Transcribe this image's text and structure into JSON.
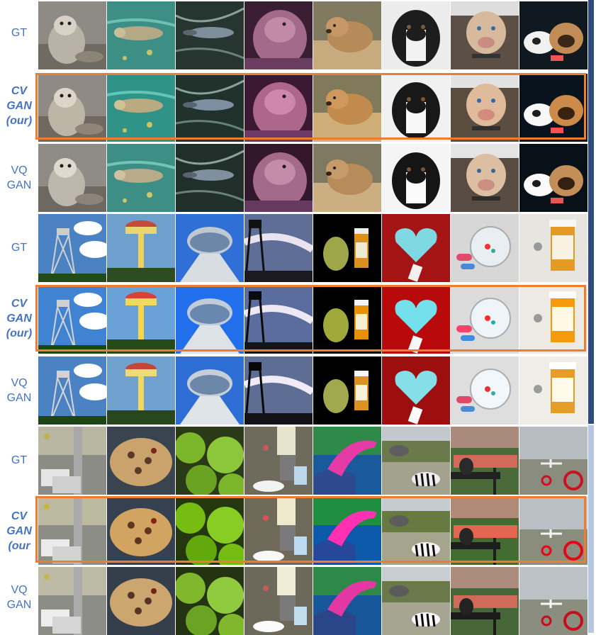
{
  "labels": {
    "gt": "GT",
    "cv_line1": "CV",
    "cv_line2": "GAN",
    "cv_line3": "(our)",
    "cv_line3_clipped": "(our",
    "cv_line2_clipped": "GAN",
    "vq_line1": "VQ",
    "vq_line2": "GAN"
  },
  "colors": {
    "label_text": "#4472c4",
    "highlight_border": "#ed7d31",
    "sidebar_dark": "#2f4a7d",
    "sidebar_light": "#b7c6e3"
  },
  "groups": [
    {
      "name": "animals",
      "thumbnails": [
        "otter",
        "otter-in-water",
        "platypus-in-water",
        "walrus",
        "puppy-on-blanket",
        "black-dog",
        "dog-in-car",
        "dogs-on-car-seat"
      ]
    },
    {
      "name": "objects",
      "thumbnails": [
        "water-tower-cloudy",
        "water-tower-red-top",
        "water-tower-from-below",
        "water-tower-sunset",
        "pear-and-pill-bottle",
        "pill-heart-red",
        "pills-in-glass",
        "pill-bottle-orange"
      ]
    },
    {
      "name": "scenes",
      "thumbnails": [
        "street-traffic",
        "pizza",
        "green-apples",
        "blender-kitchen",
        "pink-shoe-jeans",
        "zebra-savanna",
        "park-bench",
        "airport-runway"
      ]
    }
  ]
}
